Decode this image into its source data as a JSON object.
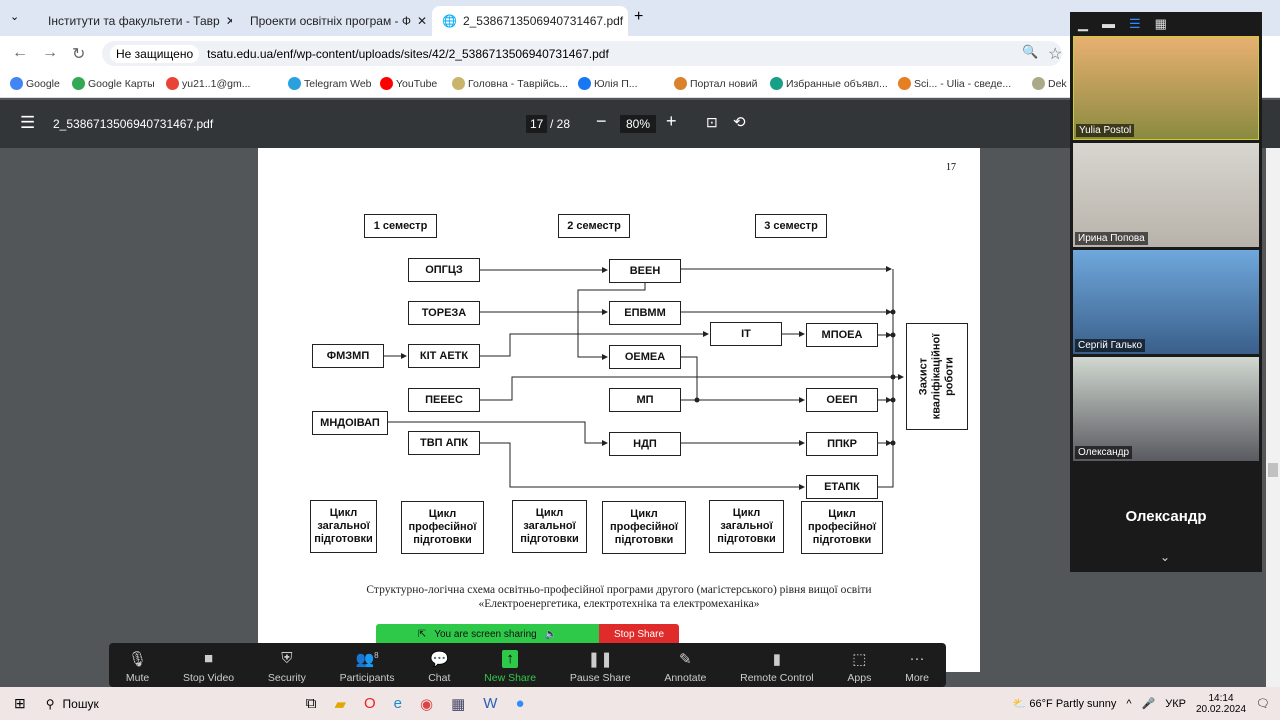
{
  "browser": {
    "tabs": [
      {
        "label": "Інститути та факультети - Тавр"
      },
      {
        "label": "Проекти освітніх програм - Ф"
      },
      {
        "label": "2_5386713506940731467.pdf"
      }
    ],
    "address": {
      "security": "Не защищено",
      "url": "tsatu.edu.ua/enf/wp-content/uploads/sites/42/2_5386713506940731467.pdf"
    },
    "bookmarks": [
      "Google",
      "Google Карты",
      "yu21..1@gm...",
      "Telegram Web",
      "YouTube",
      "Головна - Таврійсь...",
      "Юлія П...",
      "Портал новий",
      "Избранные объявл...",
      "Sci... - Ulia - сведе...",
      "Dek"
    ]
  },
  "pdf": {
    "filename": "2_5386713506940731467.pdf",
    "page": "17",
    "total": "/ 28",
    "zoom": "80%",
    "page_number": "17",
    "semesters": [
      "1 семестр",
      "2 семестр",
      "3 семестр"
    ],
    "boxes": {
      "opgcz": "ОПГЦЗ",
      "veen": "ВЕЕН",
      "toreza": "ТОРЕЗА",
      "epvmm": "ЕПВММ",
      "it": "ІТ",
      "mpoea": "МПОЕА",
      "fmzmp": "ФМЗМП",
      "kit": "КІТ АЕТК",
      "oemea": "ОЕМЕА",
      "peees": "ПЕЕЕС",
      "mp": "МП",
      "oeep": "ОЕЕП",
      "mndoivap": "МНДОІВАП",
      "tvp": "ТВП АПК",
      "ndp": "НДП",
      "ppkr": "ППКР",
      "etapk": "ЕТАПК",
      "zakhyst": "Захист кваліфікаційної роботи"
    },
    "cycles": [
      "Цикл загальної підготовки",
      "Цикл професійної підготовки",
      "Цикл загальної підготовки",
      "Цикл професійної підготовки",
      "Цикл загальної підготовки",
      "Цикл професійної підготовки"
    ],
    "caption1": "Структурно-логічна схема освітньо-професійної програми другого (магістерського) рівня вищої освіти",
    "caption2": "«Електроенергетика, електротехніка та електромеханіка»"
  },
  "zoom": {
    "sharing": "You are screen sharing",
    "stop_share": "Stop Share",
    "toolbar": [
      {
        "label": "Mute",
        "icon": "🎙"
      },
      {
        "label": "Stop Video",
        "icon": "■"
      },
      {
        "label": "Security",
        "icon": "⛨"
      },
      {
        "label": "Participants",
        "icon": "👥"
      },
      {
        "label": "Chat",
        "icon": "💬"
      },
      {
        "label": "New Share",
        "icon": "↑"
      },
      {
        "label": "Pause Share",
        "icon": "❚❚"
      },
      {
        "label": "Annotate",
        "icon": "✎"
      },
      {
        "label": "Remote Control",
        "icon": "▮"
      },
      {
        "label": "Apps",
        "icon": "⬚"
      },
      {
        "label": "More",
        "icon": "···"
      }
    ],
    "participants_count": "8",
    "videos": [
      {
        "name": "Yulia Postol"
      },
      {
        "name": "Ирина Попова"
      },
      {
        "name": "Сергій Галько"
      },
      {
        "name": "Олександр"
      }
    ],
    "active_speaker": "Олександр"
  },
  "taskbar": {
    "search": "Пошук",
    "weather": "66°F  Partly sunny",
    "lang": "УКР",
    "time": "14:14",
    "date": "20.02.2024"
  },
  "colors": {
    "share_green": "#2fc94a",
    "stop_red": "#e02b2b",
    "new_share": "#2fc94a"
  }
}
